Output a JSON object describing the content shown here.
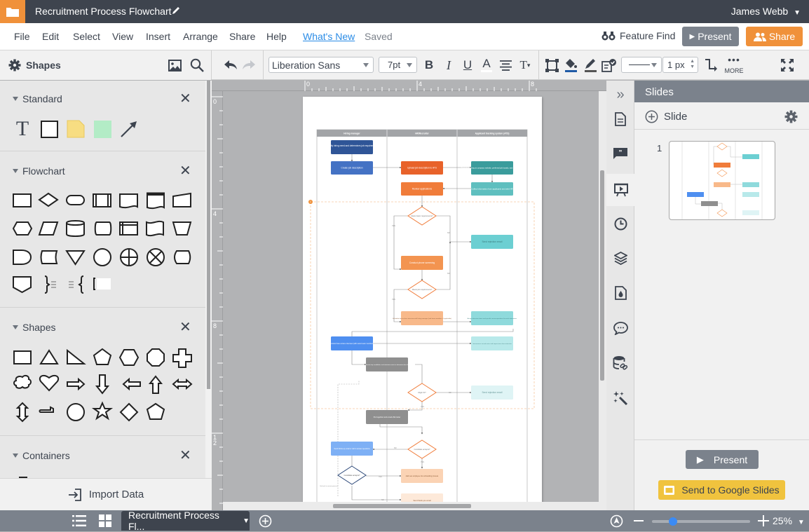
{
  "titlebar": {
    "doc_title": "Recruitment Process Flowchart",
    "user_name": "James Webb"
  },
  "menu": {
    "items": [
      "File",
      "Edit",
      "Select",
      "View",
      "Insert",
      "Arrange",
      "Share",
      "Help"
    ],
    "whats_new": "What's New",
    "saved": "Saved",
    "feature_find": "Feature Find",
    "present": "Present",
    "share": "Share"
  },
  "toolbar": {
    "shapes_label": "Shapes",
    "font_family": "Liberation Sans",
    "font_size": "7pt",
    "line_width": "1 px",
    "more": "MORE"
  },
  "left_panel": {
    "sections": [
      {
        "title": "Standard"
      },
      {
        "title": "Flowchart"
      },
      {
        "title": "Shapes"
      },
      {
        "title": "Containers"
      }
    ],
    "import_data": "Import Data"
  },
  "rulers": {
    "top_ticks": [
      "0",
      "4",
      "8"
    ],
    "left_ticks": [
      "0",
      "4",
      "8",
      "1\n2"
    ]
  },
  "diagram": {
    "lanes": [
      "Hiring manager",
      "HR/Recruiter",
      "Applicant tracking system (ATS)"
    ],
    "nodes": {
      "n1": "Identify hiring need and determines job requirements",
      "n2": "Create job description",
      "n3": "Upload job description to ATS",
      "n4": "Post job opening to company website, preferred job boards, and social media",
      "n5": "Collect information from applicants and alert HR",
      "n6": "Review applications",
      "d1": "Meets basic requirements?",
      "n7": "Send rejection email",
      "n8": "Conduct phone screening",
      "d2": "Meets job requirements?",
      "n9": "Schedule face-to-face interview with hiring manager (and team members, if applicable)",
      "n10": "Assign interview times and specific review questions for each interviewer",
      "n11": "Conduct face-to-face interview (with select team members)",
      "n12": "Interviewers record notes and impressions from interview",
      "n13": "Review top candidates and interview notes to determine best fit",
      "d3": "Right fit?",
      "n14": "Send rejection email",
      "n15": "Put together and email offer letter",
      "d4": "Candidate accepts?",
      "n16": "Send follow-up email or call to answer questions",
      "d5": "Candidate accepts?",
      "n17": "Add new employee into onboarding process",
      "n18": "Send thank-you email",
      "note": "Go back to review process"
    },
    "labels": {
      "yes": "YES",
      "no": "NO"
    },
    "marker": "1"
  },
  "slides_panel": {
    "title": "Slides",
    "add_slide": "Slide",
    "slide_number": "1",
    "present": "Present",
    "google_slides": "Send to Google Slides"
  },
  "bottombar": {
    "page_tab": "Recruitment Process Fl...",
    "zoom": "25%"
  },
  "colors": {
    "accent_orange": "#f0913a",
    "titlebar": "#3e444e",
    "panel_gray": "#7b828c",
    "link_blue": "#2b8ce6",
    "google_yellow": "#f0c33e",
    "zoom_knob": "#3b8bf5"
  }
}
